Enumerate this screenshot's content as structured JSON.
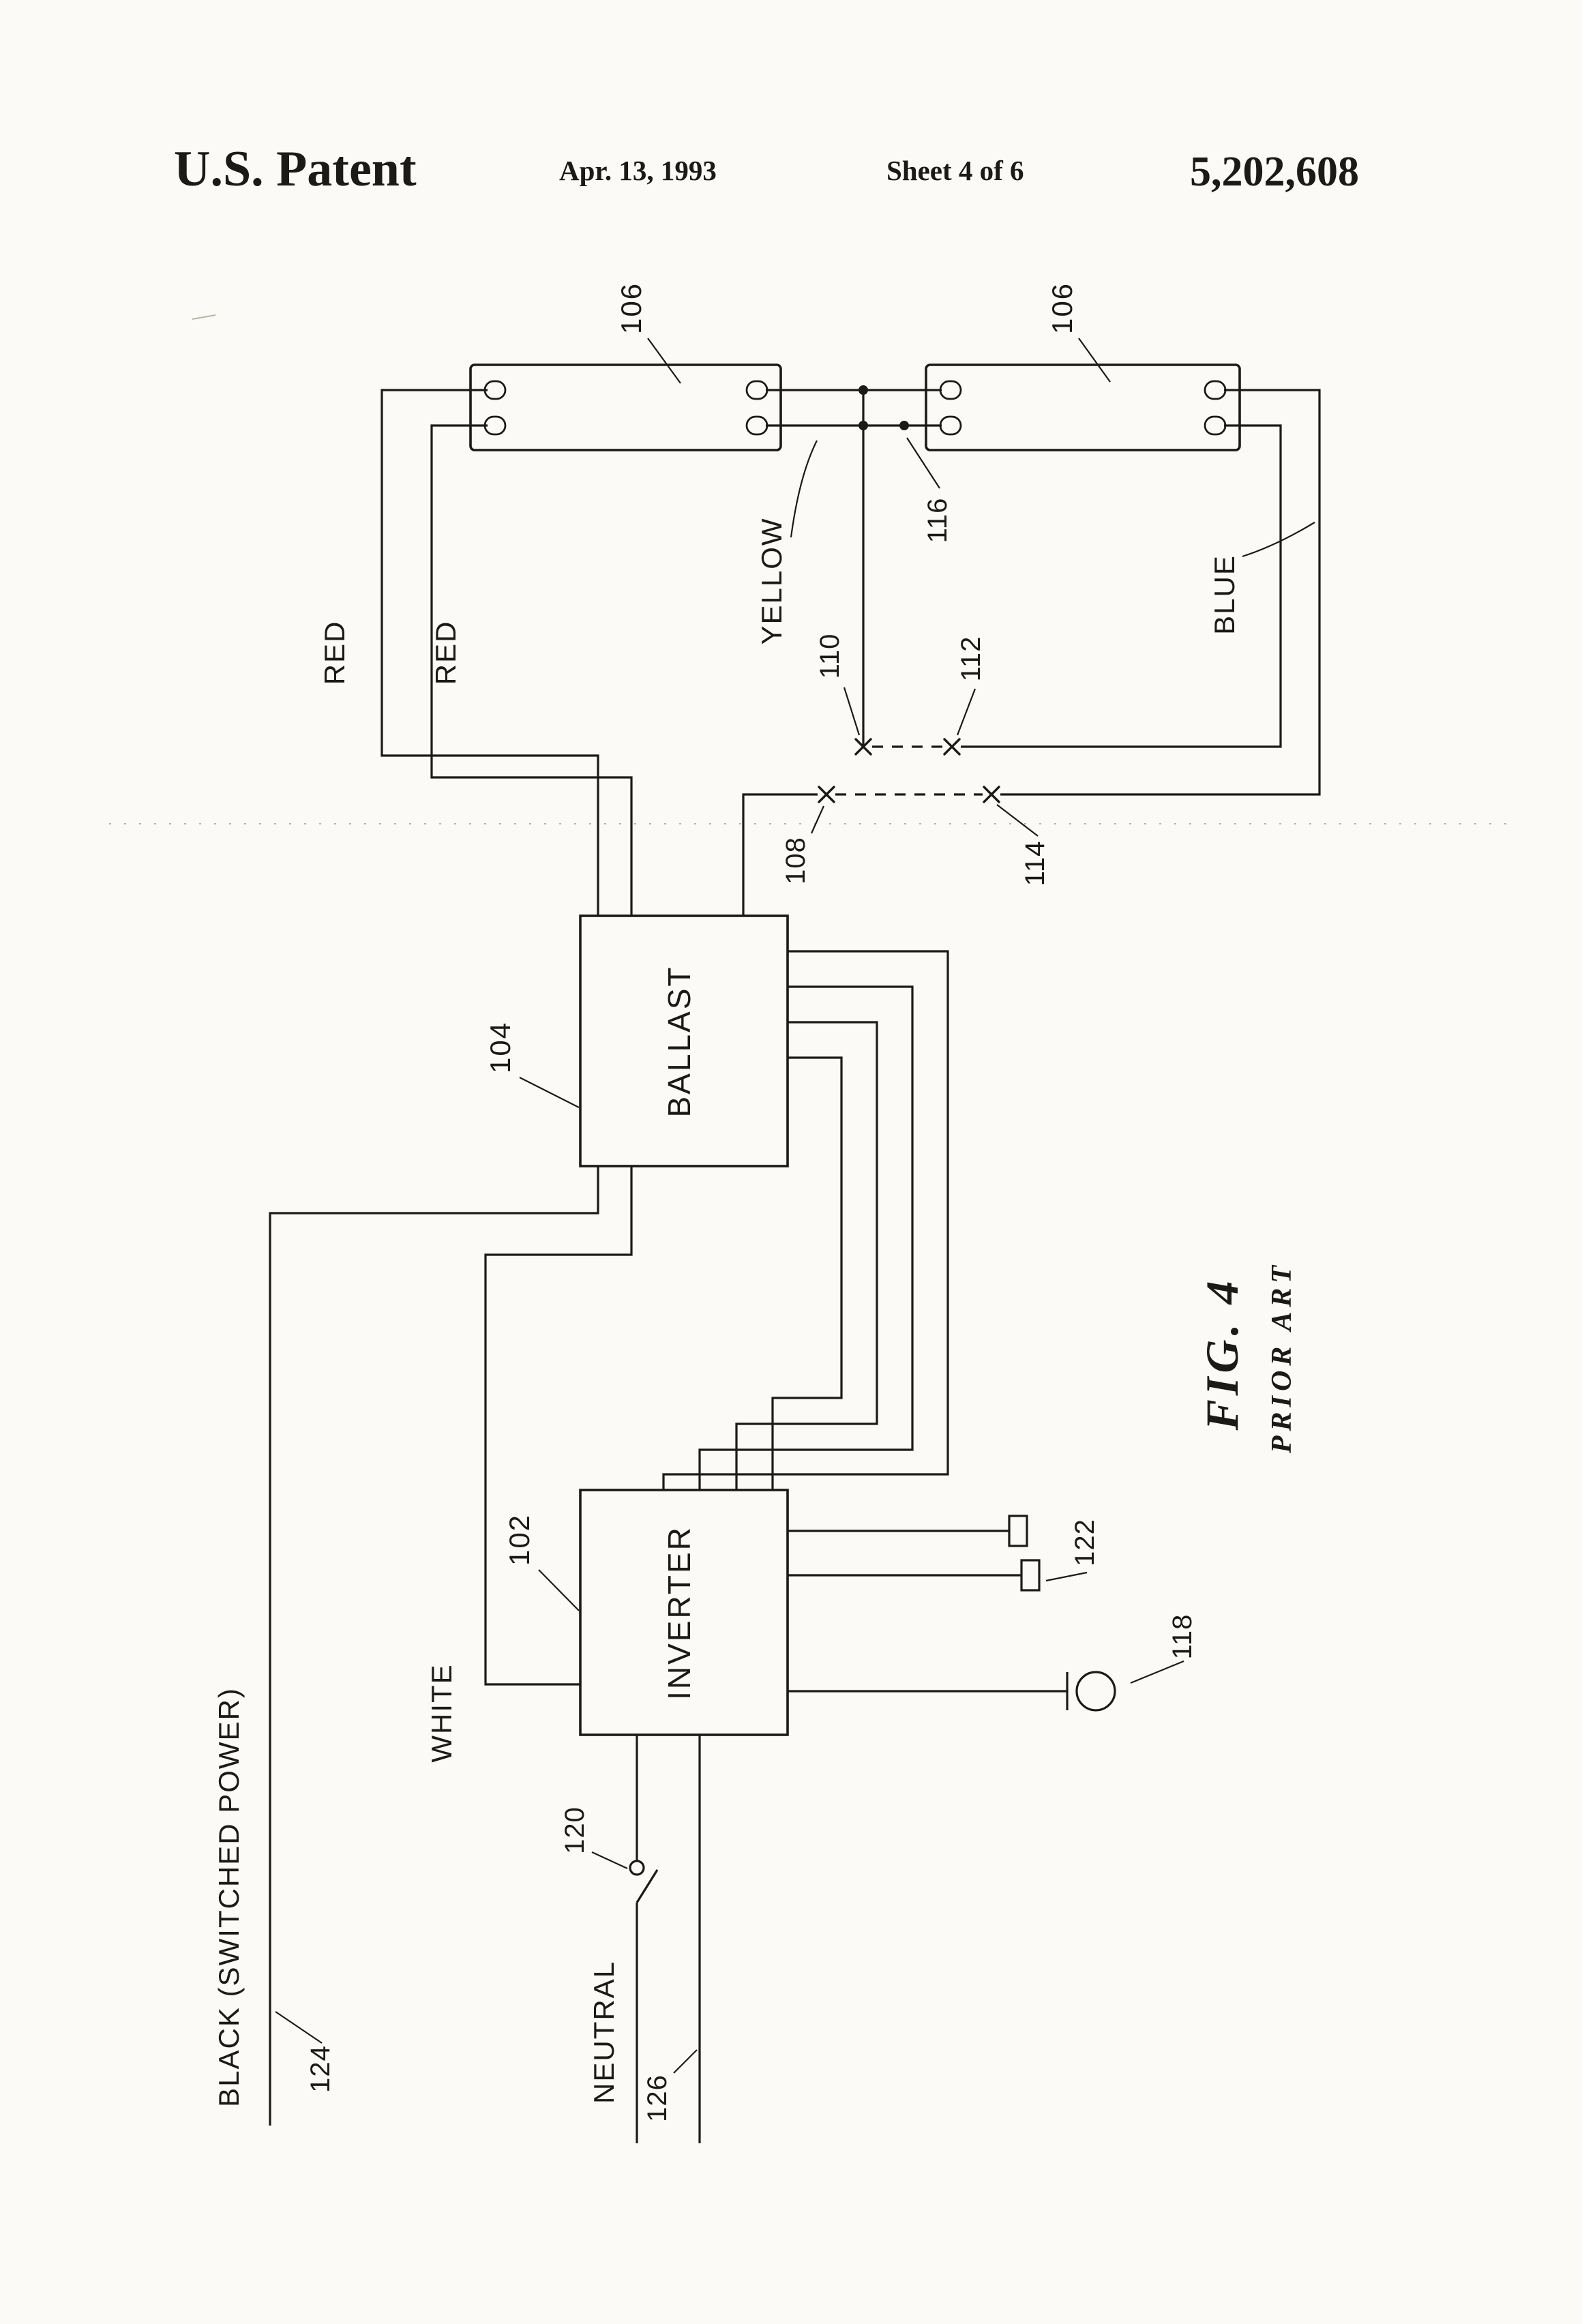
{
  "header": {
    "title": "U.S. Patent",
    "date": "Apr. 13, 1993",
    "sheet": "Sheet 4 of 6",
    "patent_number": "5,202,608"
  },
  "figure": {
    "caption": "FIG. 4",
    "subcaption": "PRIOR ART"
  },
  "components": {
    "ballast_label": "BALLAST",
    "ballast_ref": "104",
    "inverter_label": "INVERTER",
    "inverter_ref": "102",
    "lamp1_ref": "106",
    "lamp2_ref": "106"
  },
  "wire_labels": {
    "red1": "RED",
    "red2": "RED",
    "yellow": "YELLOW",
    "blue": "BLUE",
    "white": "WHITE",
    "black": "BLACK (SWITCHED POWER)",
    "neutral": "NEUTRAL"
  },
  "refs": {
    "r108": "108",
    "r110": "110",
    "r112": "112",
    "r114": "114",
    "r116": "116",
    "r118": "118",
    "r120": "120",
    "r122": "122",
    "r124": "124",
    "r126": "126"
  }
}
